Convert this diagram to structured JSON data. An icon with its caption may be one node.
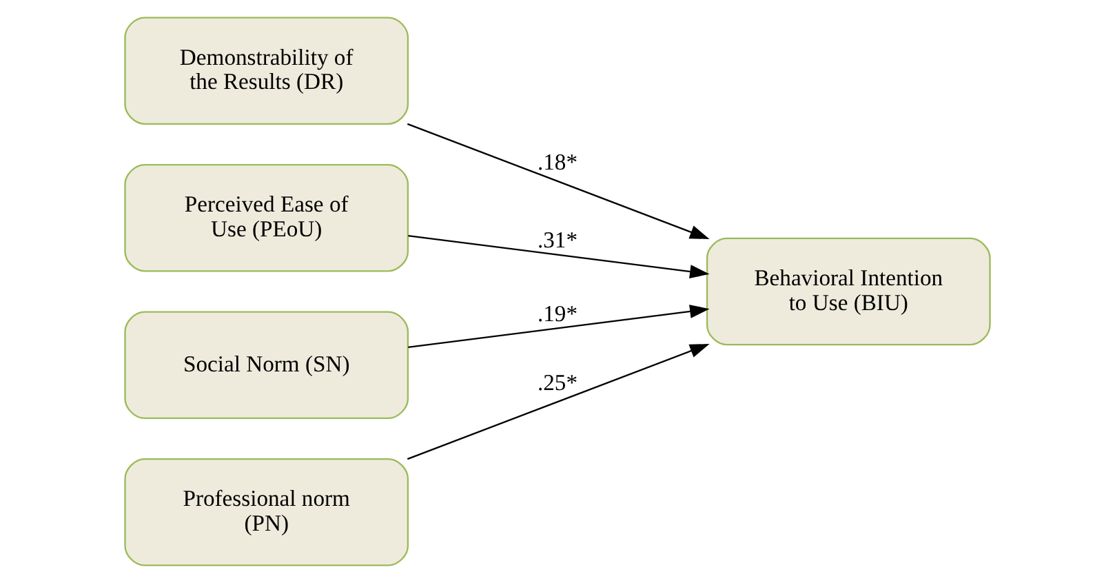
{
  "diagram": {
    "nodes": [
      {
        "text": [
          "Demonstrability of the Results (DR)"
        ]
      },
      {
        "text": [
          "Perceived Ease of Use (PEoU)"
        ]
      },
      {
        "text": [
          "Social Norm (SN)"
        ]
      },
      {
        "text": [
          "Professional norm (PN)"
        ]
      },
      {
        "text": [
          "Behavioral Intention to Use (BIU)"
        ]
      }
    ],
    "edges": [
      {
        "from": 0,
        "to": 4,
        "arrow": "to",
        "label": ".18*"
      },
      {
        "from": 1,
        "to": 4,
        "arrow": "to",
        "label": ".31*"
      },
      {
        "from": 2,
        "to": 4,
        "arrow": "to",
        "label": ".19*"
      },
      {
        "from": 3,
        "to": 4,
        "arrow": "to",
        "label": ".25*"
      }
    ]
  }
}
